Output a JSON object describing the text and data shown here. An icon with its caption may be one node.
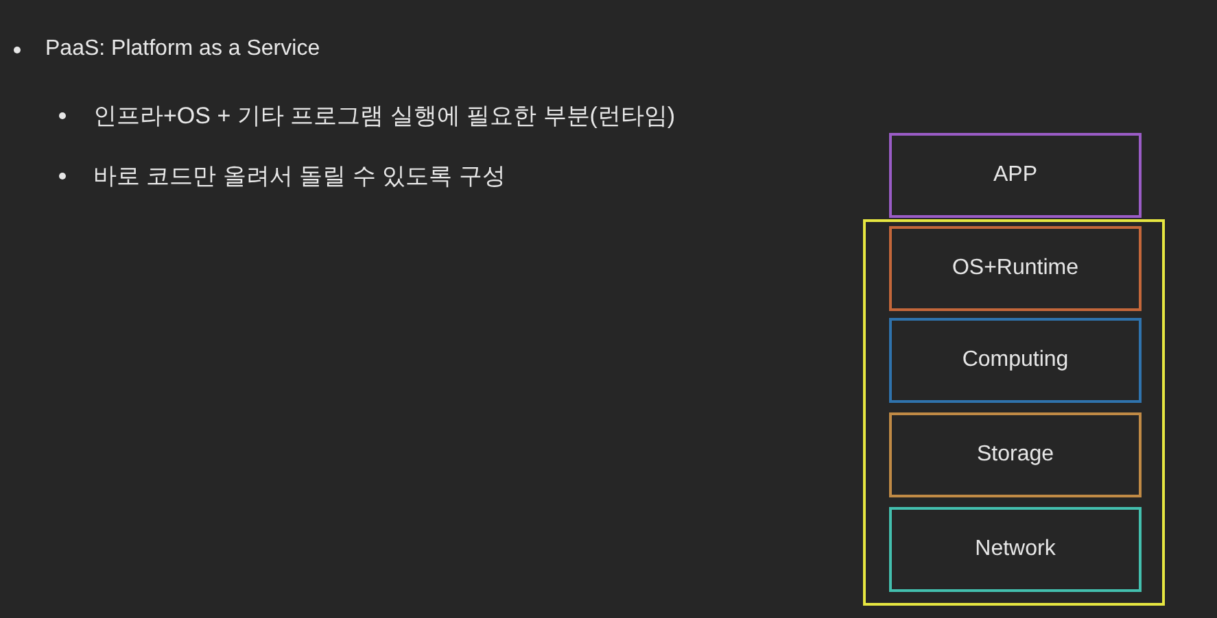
{
  "diagram": {
    "nodes": [
      {
        "text": [
          "APP"
        ]
      },
      {
        "text": [],
        "shape": "box"
      },
      {
        "text": [
          "OS+Runtime"
        ],
        "in": 1
      },
      {
        "text": [
          "Computing"
        ],
        "in": 1
      },
      {
        "text": [
          "Storage"
        ],
        "in": 1
      },
      {
        "text": [
          "Network"
        ],
        "in": 1
      }
    ],
    "labels": [
      "PaaS: Platform as a Service",
      "인프라+OS + 기타 프로그램 실행에 필요한 부분(런타임)",
      "바로 코드만 올려서 돌릴 수 있도록 구성"
    ]
  }
}
